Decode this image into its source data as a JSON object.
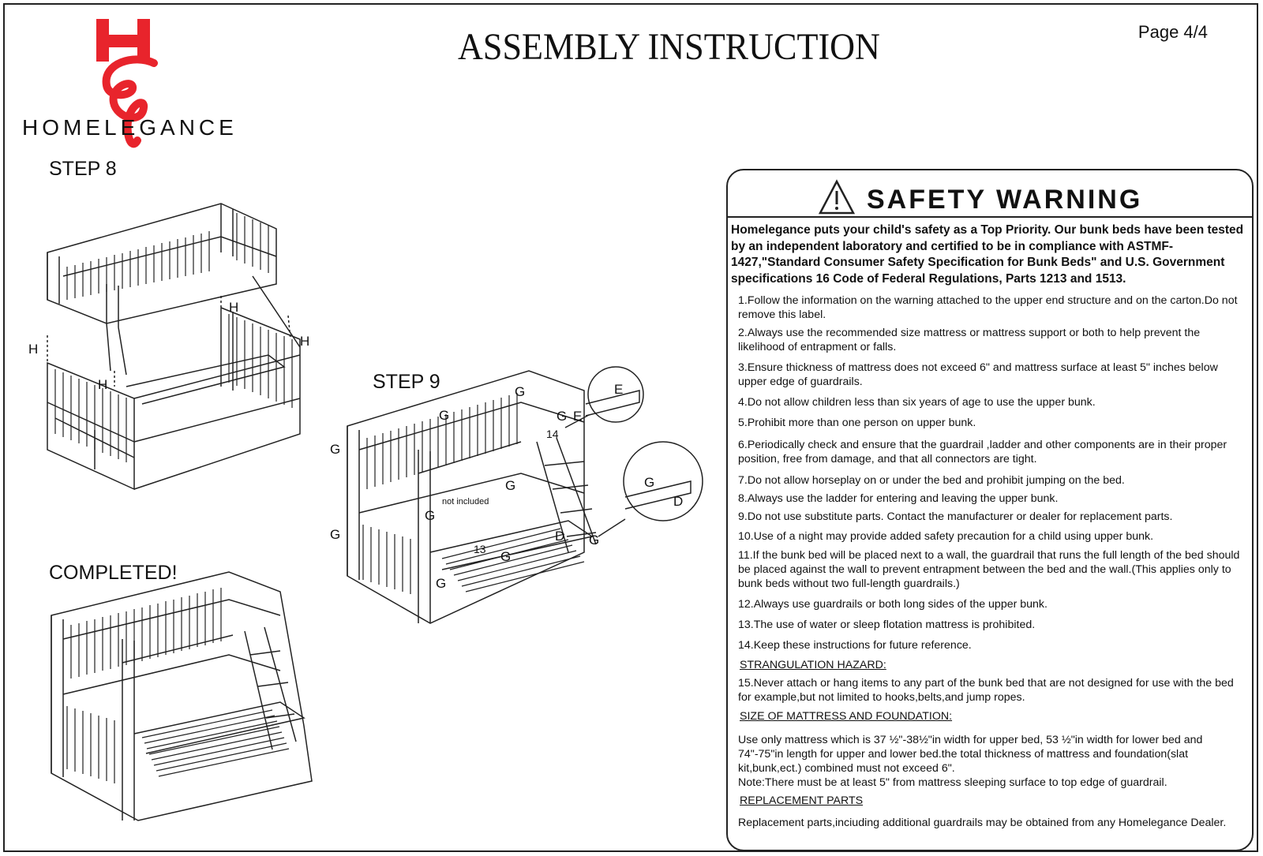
{
  "header": {
    "title": "ASSEMBLY  INSTRUCTION",
    "page": "Page  4/4"
  },
  "brand": {
    "logo_letters": "HE",
    "name": "HOMELEGANCE"
  },
  "steps": {
    "step8": "STEP 8",
    "step9": "STEP 9",
    "completed": "COMPLETED!"
  },
  "diagram_labels": {
    "h": "H",
    "g": "G",
    "d": "D",
    "e": "E",
    "n13": "13",
    "n14": "14",
    "not_included": "not included"
  },
  "warning": {
    "title": "SAFETY WARNING",
    "intro": "Homelegance puts your child's safety as a Top Priority. Our bunk beds have been tested by an independent laboratory and certified to be in compliance with ASTMF-1427,\"Standard Consumer Safety Specification for Bunk Beds\" and U.S. Government specifications 16 Code of Federal Regulations, Parts 1213 and 1513.",
    "items": [
      "1.Follow the information on the warning attached to the upper end structure and on the carton.Do not remove this label.",
      "2.Always use the recommended size mattress or mattress support or both to help prevent the likelihood of entrapment or falls.",
      "3.Ensure thickness of mattress does not exceed 6\" and mattress surface at least 5\" inches below upper edge of guardrails.",
      "4.Do not allow children less than six years of age to use the upper bunk.",
      "5.Prohibit more than one person on upper bunk.",
      "6.Periodically check and ensure that the guardrail ,ladder and other components are in their proper position, free from damage, and that all connectors are tight.",
      "7.Do not allow horseplay on or under the bed and prohibit jumping on the bed.",
      "8.Always use the ladder for entering and leaving the upper bunk.",
      "9.Do not use substitute parts. Contact the manufacturer or dealer for replacement parts.",
      "10.Use of a night may provide added safety precaution for a child using upper bunk.",
      "11.If the bunk bed will be placed next to a wall, the guardrail that runs the full length of the bed should be placed against the wall to prevent entrapment between the bed and the wall.(This applies only to bunk beds without two full-length guardrails.)",
      "12.Always use guardrails or both long sides of the upper bunk.",
      "13.The use of water or sleep flotation mattress is prohibited.",
      "14.Keep these instructions for future reference."
    ],
    "strangulation_heading": "STRANGULATION HAZARD:",
    "strangulation_text": "15.Never attach or hang items to any part of the bunk bed that are not designed for use with the bed for example,but not limited to hooks,belts,and jump ropes.",
    "size_heading": "SIZE OF MATTRESS AND FOUNDATION:",
    "size_text": "Use only mattress which is 37 ½\"-38½\"in width for upper bed, 53 ½\"in width for lower bed and 74\"-75\"in length for upper and lower bed.the total thickness of mattress and foundation(slat kit,bunk,ect.) combined must not exceed 6\".",
    "size_note": "Note:There must be at least 5\" from mattress sleeping surface to top edge of guardrail.",
    "replacement_heading": "REPLACEMENT PARTS",
    "replacement_text": "Replacement parts,inciuding additional guardrails may be obtained from any Homelegance Dealer."
  }
}
